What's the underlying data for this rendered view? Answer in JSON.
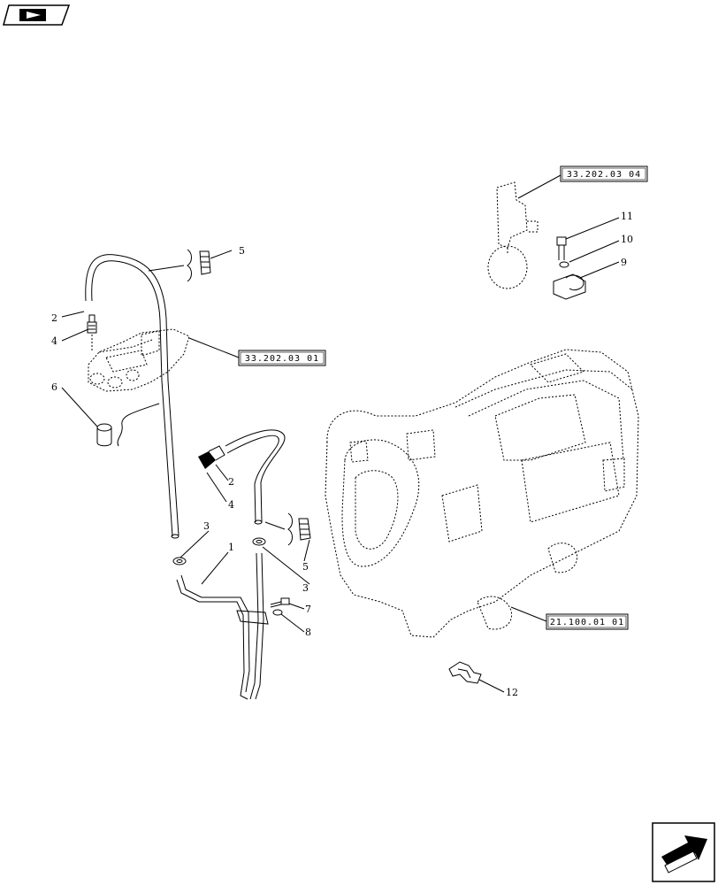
{
  "corner_icons": {
    "top_left": "book-nav-icon",
    "bottom_right": "next-page-arrow-icon"
  },
  "callouts": {
    "c1a": "1",
    "c2a": "2",
    "c2b": "2",
    "c3a": "3",
    "c3b": "3",
    "c4a": "4",
    "c4b": "4",
    "c5a": "5",
    "c5b": "5",
    "c6": "6",
    "c7": "7",
    "c8": "8",
    "c9": "9",
    "c10": "10",
    "c11": "11",
    "c12": "12"
  },
  "references": {
    "r1": "33.202.03 04",
    "r2": "33.202.03 01",
    "r3": "21.100.01 01"
  }
}
